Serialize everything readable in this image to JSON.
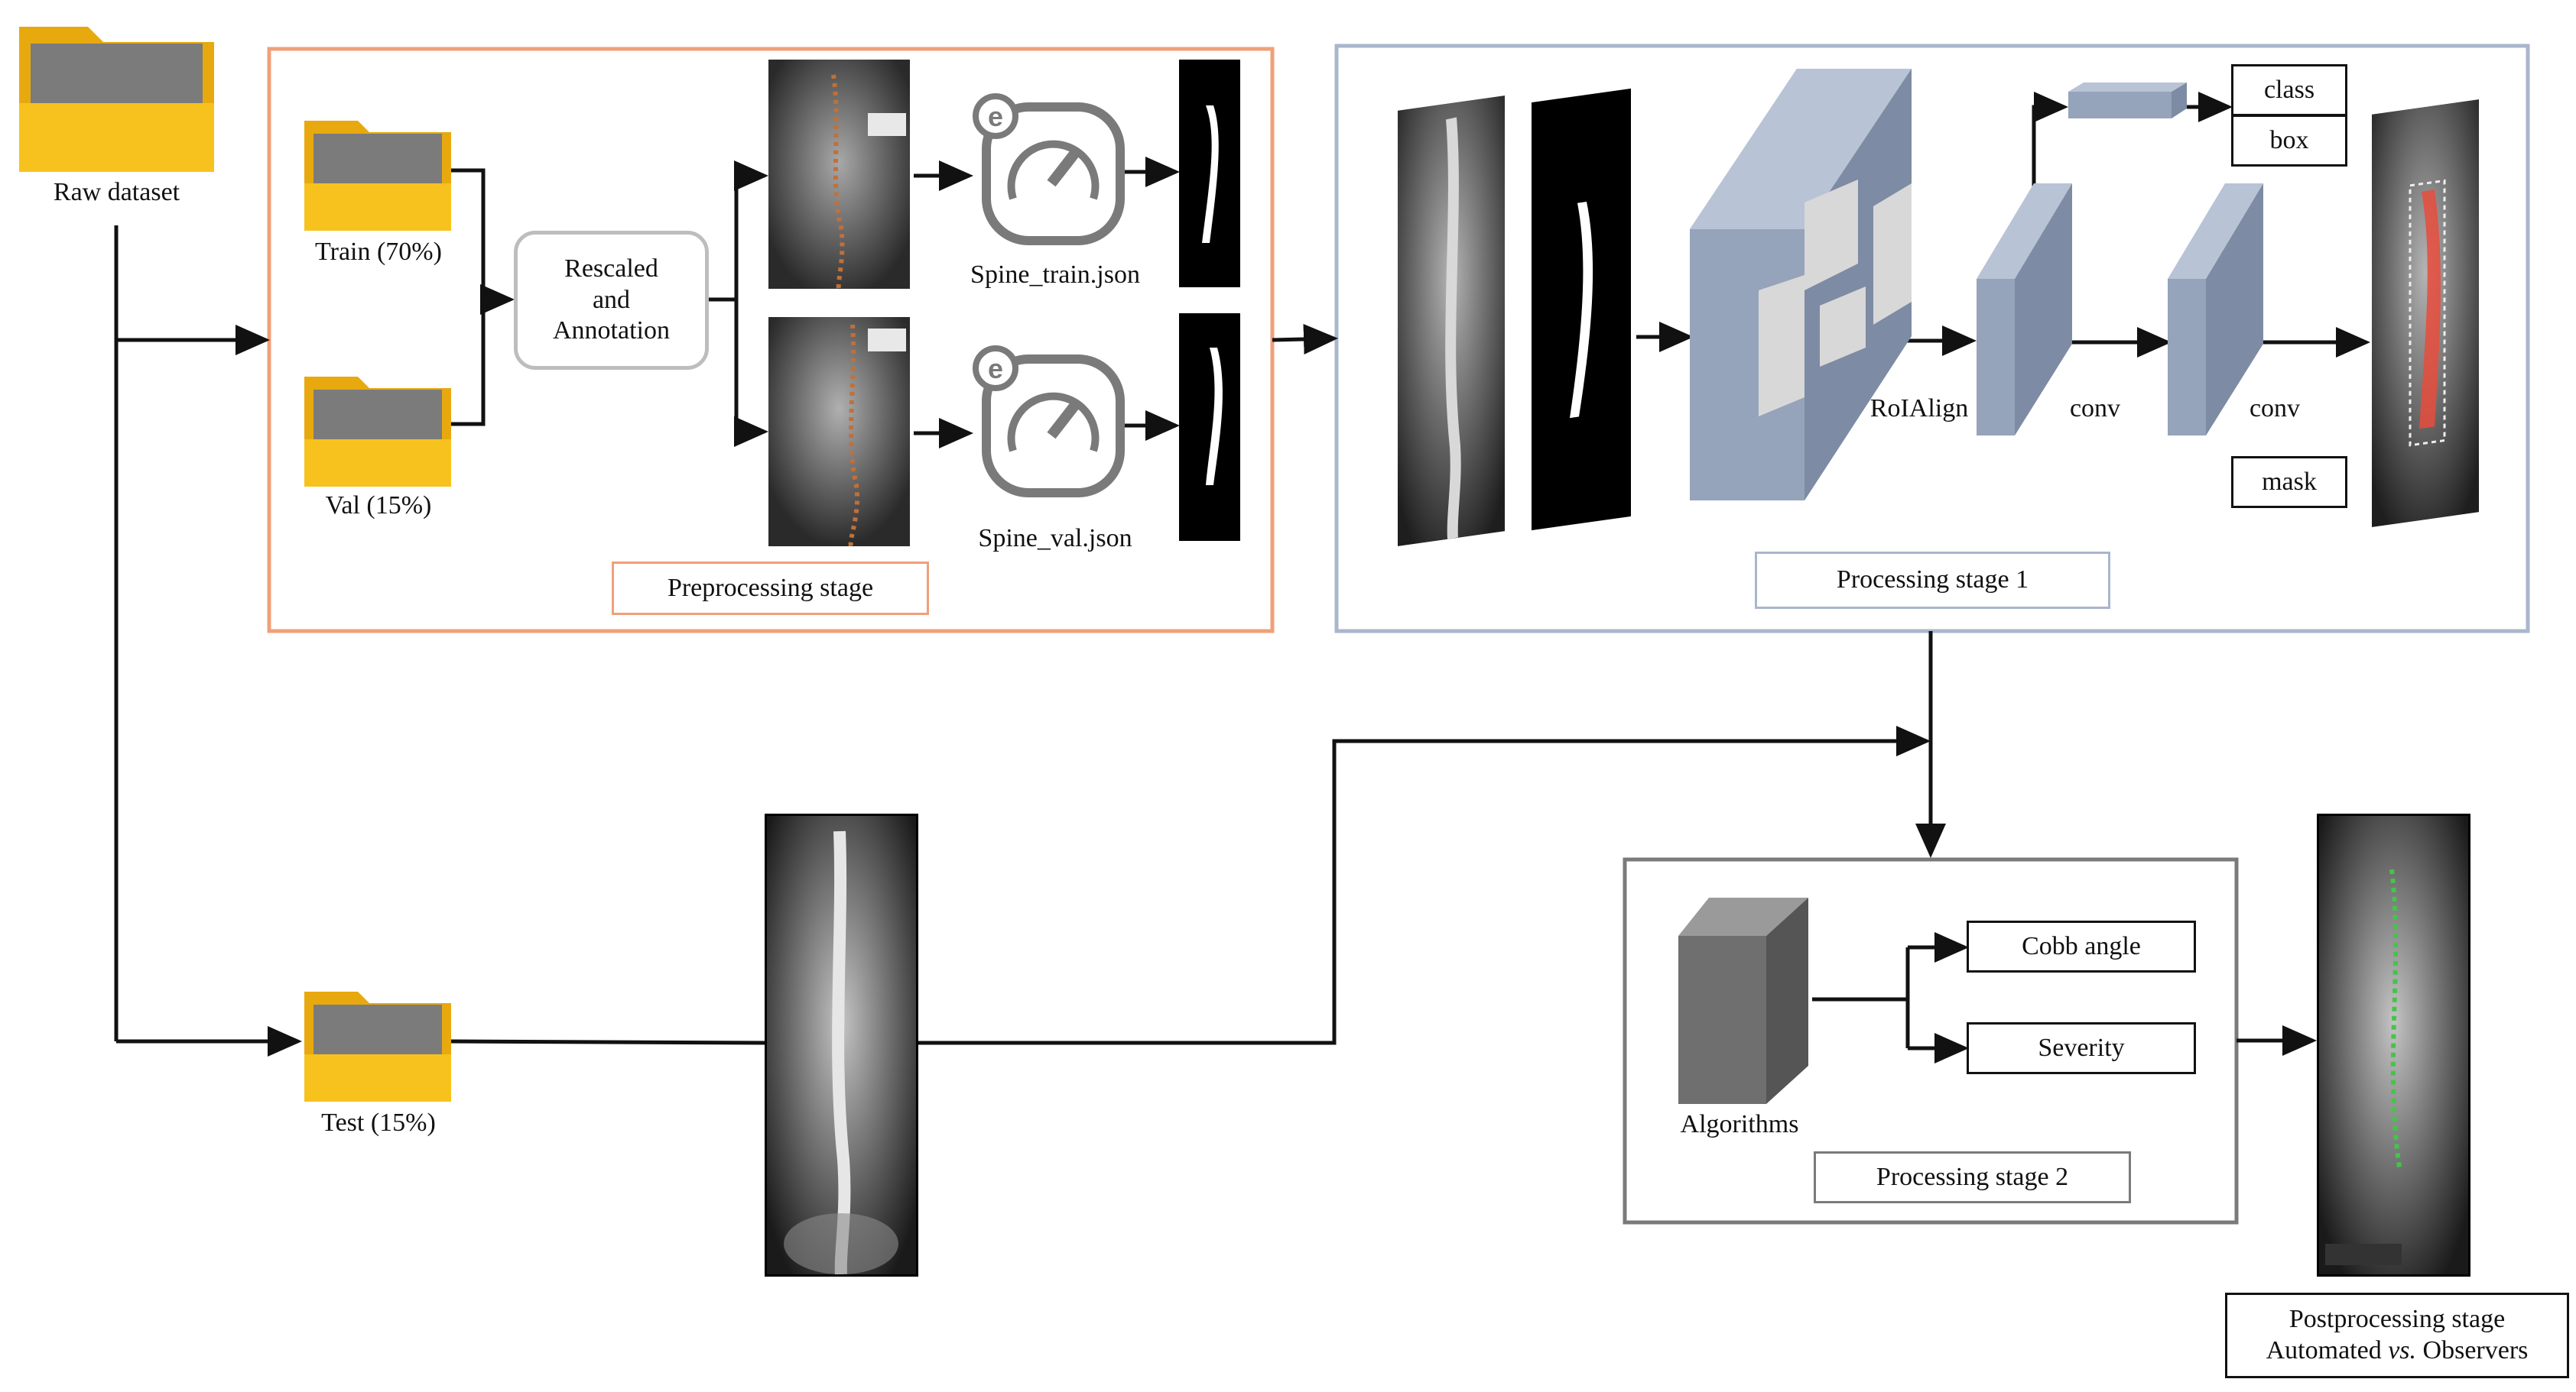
{
  "datasets": {
    "raw": "Raw dataset",
    "train": "Train (70%)",
    "val": "Val (15%)",
    "test": "Test (15%)"
  },
  "preprocessing": {
    "rescale_line1": "Rescaled",
    "rescale_line2": "and",
    "rescale_line3": "Annotation",
    "train_json": "Spine_train.json",
    "val_json": "Spine_val.json",
    "stage_label": "Preprocessing stage"
  },
  "stage1": {
    "roialign": "RoIAlign",
    "conv1": "conv",
    "conv2": "conv",
    "class": "class",
    "box": "box",
    "mask": "mask",
    "stage_label": "Processing stage 1"
  },
  "stage2": {
    "algorithms": "Algorithms",
    "cobb": "Cobb angle",
    "severity": "Severity",
    "stage_label": "Processing stage 2"
  },
  "post": {
    "line1": "Postprocessing stage",
    "line2_prefix": "Automated ",
    "line2_italic": "vs.",
    "line2_suffix": " Observers"
  },
  "colors": {
    "preprocessing_border": "#f0a07a",
    "stage1_border": "#a9b6cc",
    "stage2_border": "#7a7a7a",
    "folder": "#f7c21e",
    "block_blue": "#95a3bb",
    "mask_red": "#e74c3c",
    "keypoint_green": "#45c44a"
  }
}
